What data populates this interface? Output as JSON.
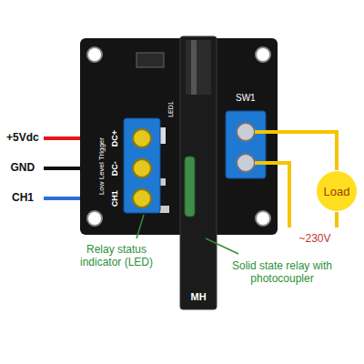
{
  "diagram": {
    "nodes": [
      {
        "text": [
          "Load"
        ]
      }
    ],
    "labels": [
      "+5Vdc",
      "GND",
      "CH1",
      "DC+",
      "DC-",
      "CH1",
      "Low Level Trigger",
      "LED1",
      "SW1",
      "MH",
      "Relay status indicator (LED)",
      "Solid state relay with photocoupler",
      "~230V"
    ]
  }
}
